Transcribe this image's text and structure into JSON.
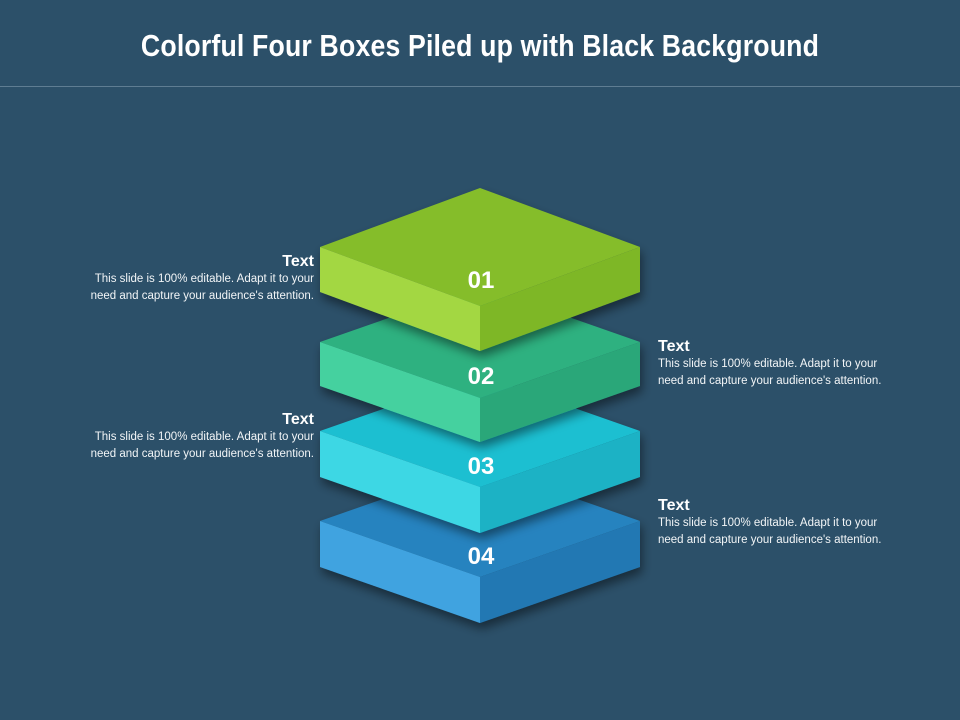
{
  "title": "Colorful Four Boxes Piled up with Black Background",
  "layers": [
    {
      "number": "01",
      "top_color": "#85bd2a",
      "left_color": "#a3d743",
      "right_color": "#7eb726"
    },
    {
      "number": "02",
      "top_color": "#2fb180",
      "left_color": "#45d19f",
      "right_color": "#2aa779"
    },
    {
      "number": "03",
      "top_color": "#1ebfd1",
      "left_color": "#3ed7e4",
      "right_color": "#1ab2c5"
    },
    {
      "number": "04",
      "top_color": "#2783bf",
      "left_color": "#3fa3e0",
      "right_color": "#2378b3"
    }
  ],
  "callouts": [
    {
      "title": "Text",
      "body_line1": "This slide is 100% editable. Adapt it to your",
      "body_line2": "need and capture your audience's attention."
    },
    {
      "title": "Text",
      "body_line1": "This slide is 100% editable. Adapt it to your",
      "body_line2": "need and capture your audience's attention."
    },
    {
      "title": "Text",
      "body_line1": "This slide is 100% editable. Adapt it to your",
      "body_line2": "need and capture your audience's attention."
    },
    {
      "title": "Text",
      "body_line1": "This slide is 100% editable. Adapt it to your",
      "body_line2": "need and capture your audience's attention."
    }
  ],
  "colors": {
    "background": "#2c5069",
    "text": "#ffffff"
  }
}
